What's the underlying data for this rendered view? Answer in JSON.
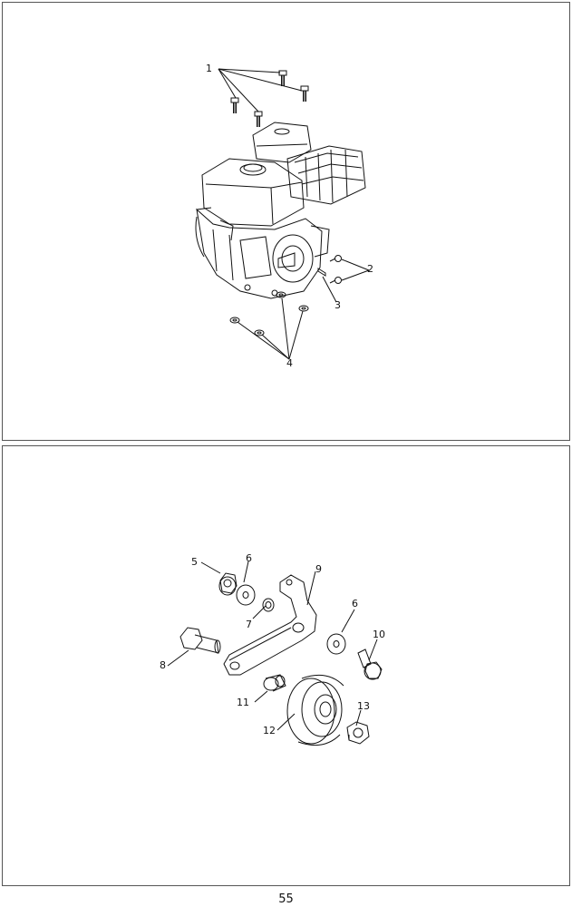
{
  "figure_top": {
    "callouts": [
      "1",
      "2",
      "3",
      "4"
    ]
  },
  "figure_bottom": {
    "callouts": [
      "5",
      "6",
      "7",
      "6",
      "9",
      "8",
      "10",
      "11",
      "12",
      "13"
    ]
  },
  "page_number": "55"
}
